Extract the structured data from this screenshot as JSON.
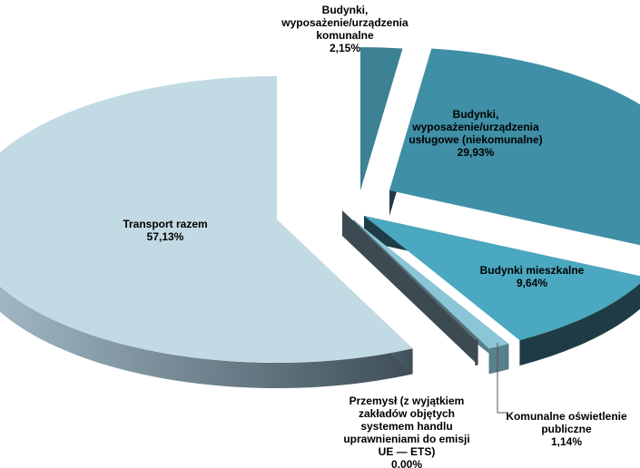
{
  "chart_data": {
    "type": "pie",
    "title": "",
    "series": [
      {
        "name": "",
        "slices": [
          {
            "label_lines": [
              "Budynki,",
              "wyposażenie/urządzenia",
              "komunalne",
              "2,15%"
            ],
            "value": 2.15,
            "color": "#3c8194"
          },
          {
            "label_lines": [
              "Budynki,",
              "wyposażenie/urządzenia",
              "usługowe (niekomunalne)",
              "29,93%"
            ],
            "value": 29.93,
            "color": "#3f8fa6"
          },
          {
            "label_lines": [
              "Budynki  mieszkalne",
              "9,64%"
            ],
            "value": 9.64,
            "color": "#4aa8c0"
          },
          {
            "label_lines": [
              "Komunalne  oświetlenie",
              "publiczne",
              "1,14%"
            ],
            "value": 1.14,
            "color": "#8bc6d6"
          },
          {
            "label_lines": [
              "Przemysł (z wyjątkiem",
              "zakładów objętych",
              "systemem handlu",
              "uprawnieniami do emisji",
              "UE — ETS)",
              "0.00%"
            ],
            "value": 0.0,
            "color": "#5a6a74"
          },
          {
            "label_lines": [
              "Transport razem",
              "57,13%"
            ],
            "value": 57.13,
            "color": "#c2dae4"
          }
        ]
      }
    ],
    "legend": "none",
    "grid": false
  }
}
